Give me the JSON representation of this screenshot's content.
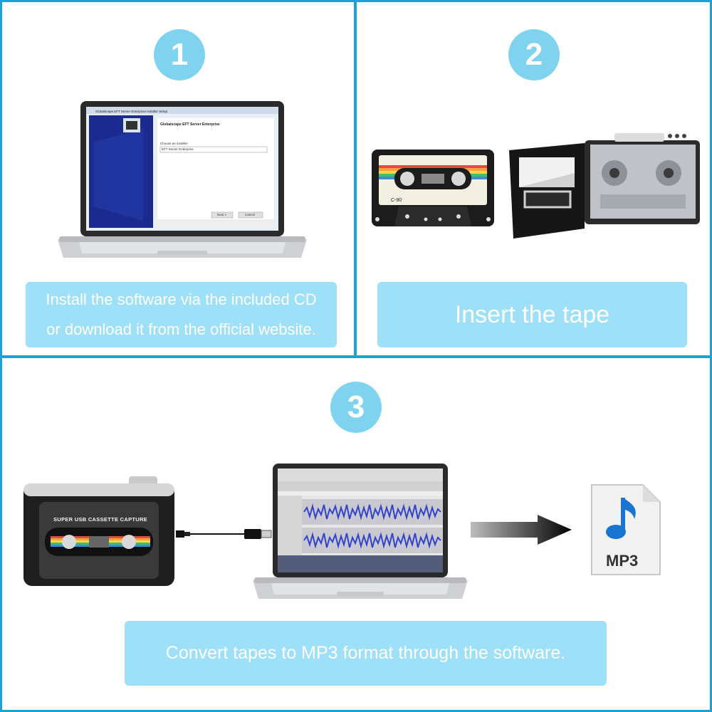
{
  "steps": [
    {
      "number": "1",
      "caption_line1": "Install the software via the included CD",
      "caption_line2": "or download it from the official website."
    },
    {
      "number": "2",
      "caption": "Insert the tape"
    },
    {
      "number": "3",
      "caption": "Convert tapes to MP3 format through the software."
    }
  ],
  "installer": {
    "window_title": "Globalscape EFT Server Enterprise Installer Setup",
    "heading": "Globalscape EFT Server Enterprise",
    "choose_label": "Choose an installer:",
    "selected_option": "EFT Server Enterprise",
    "next_label": "Next >",
    "cancel_label": "Cancel"
  },
  "cassette": {
    "label": "C-90"
  },
  "capture_device": {
    "label": "SUPER USB CASSETTE CAPTURE"
  },
  "mp3_file": {
    "label": "MP3"
  },
  "colors": {
    "border": "#1aa3d6",
    "badge": "#7fd3ee",
    "caption_bg": "#9ee0f7"
  }
}
